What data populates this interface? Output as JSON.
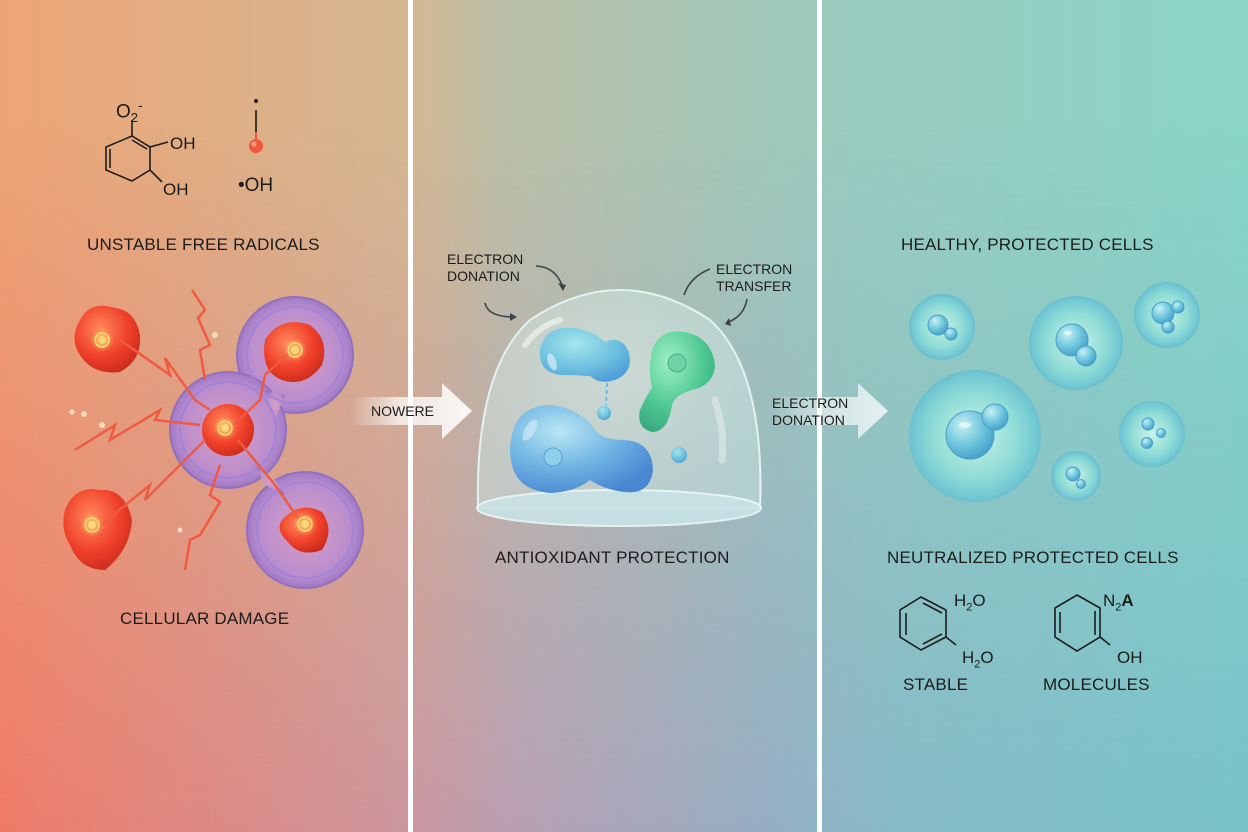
{
  "panels": [
    {
      "id": "free-radicals",
      "heading": "UNSTABLE FREE RADICALS",
      "caption": "CELLULAR DAMAGE",
      "chem": {
        "superoxide": "O",
        "superoxide_sub": "2",
        "superoxide_sup": "-",
        "oh1": "OH",
        "oh2": "OH",
        "hydroxyl_radical": "•OH"
      }
    },
    {
      "id": "antioxidant",
      "heading": "ANTIOXIDANT PROTECTION",
      "annotations": {
        "donation_line1": "ELECTRON",
        "donation_line2": "DONATION",
        "transfer_line1": "ELECTRON",
        "transfer_line2": "TRANSFER"
      }
    },
    {
      "id": "protected",
      "heading": "HEALTHY, PROTECTED CELLS",
      "subheading": "NEUTRALIZED PROTECTED CELLS",
      "molecules": {
        "stable_label": "STABLE",
        "molecules_label": "MOLECULES",
        "h2o_top": "H",
        "h2o_top_sub": "2",
        "h2o_top_end": "O",
        "h2o_bottom": "H",
        "h2o_bottom_sub": "2",
        "h2o_bottom_end": "O",
        "n2a": "N",
        "n2a_sub": "2",
        "n2a_end": "A",
        "oh": "OH"
      }
    }
  ],
  "arrows": {
    "first_label": "NOWERE",
    "second_line1": "ELECTRON",
    "second_line2": "DONATION"
  },
  "colors": {
    "top_left": "#eda576",
    "top_right": "#8ad5c8",
    "bottom_left": "#ef7a68",
    "bottom_right": "#78c2c9",
    "radical_red": "#f04a2e",
    "membrane_purple": "#9b7fd0",
    "antioxidant_blue": "#5b9ee0",
    "antioxidant_green": "#4cc490",
    "healthy_cell": "#6fcfd0"
  }
}
